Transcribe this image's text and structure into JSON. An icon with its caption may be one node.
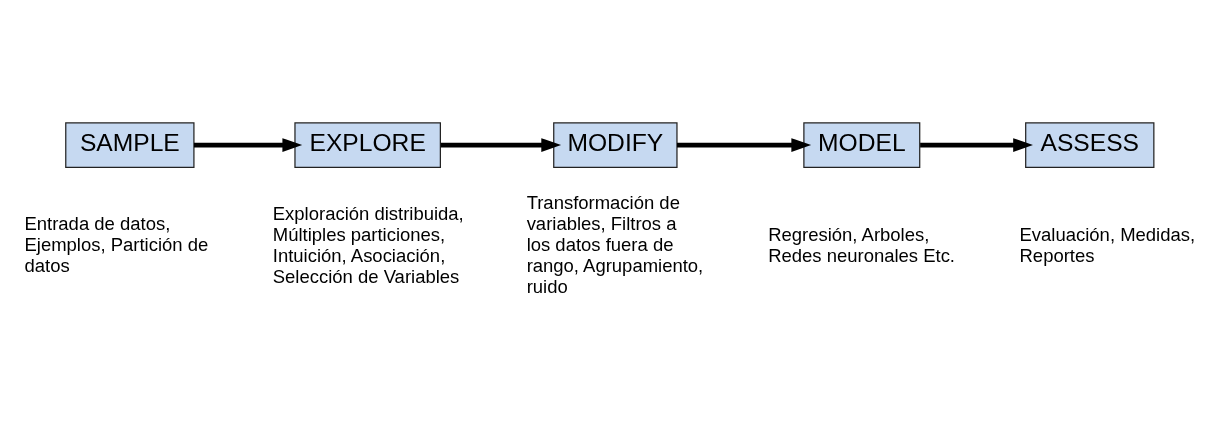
{
  "diagram": {
    "nodes": [
      {
        "text": [
          "SAMPLE"
        ],
        "beside": [
          "Entrada de datos, Ejemplos, Partición de datos"
        ]
      },
      {
        "text": [
          "EXPLORE"
        ],
        "beside": [
          "Exploración distribuida, Múltiples particiones, Intuición, Asociación, Selección de Variables"
        ]
      },
      {
        "text": [
          "MODIFY"
        ],
        "beside": [
          "Transformación de variables, Filtros a los datos fuera de rango, Agrupamiento, ruido"
        ]
      },
      {
        "text": [
          "MODEL"
        ],
        "beside": [
          "Regresión, Arboles, Redes neuronales Etc."
        ]
      },
      {
        "text": [
          "ASSESS"
        ],
        "beside": [
          "Evaluación, Medidas, Reportes"
        ]
      }
    ],
    "edges": [
      {
        "from": 0,
        "to": 1,
        "arrow": "to"
      },
      {
        "from": 1,
        "to": 2,
        "arrow": "to"
      },
      {
        "from": 2,
        "to": 3,
        "arrow": "to"
      },
      {
        "from": 3,
        "to": 4,
        "arrow": "to"
      }
    ]
  }
}
